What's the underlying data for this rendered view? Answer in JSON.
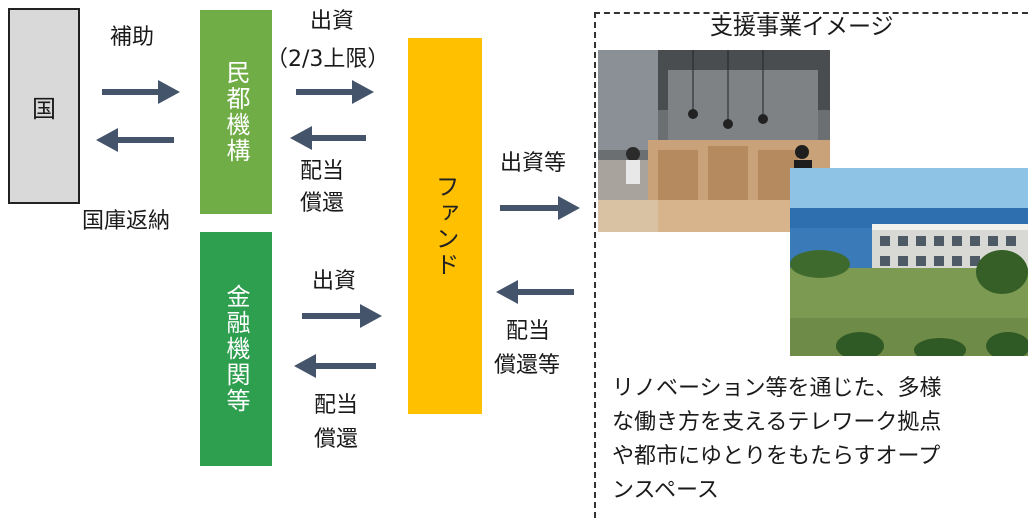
{
  "colors": {
    "kuni_fill": "#d9d9d9",
    "minto_fill": "#70ad47",
    "kinyu_fill": "#2e9e4f",
    "fund_fill": "#ffc000",
    "arrow": "#44546a"
  },
  "nodes": {
    "kuni": "国",
    "minto": "民都機構",
    "kinyu": "金融機関等",
    "fund": "ファンド"
  },
  "labels": {
    "hojo": "補助",
    "kokko_henno": "国庫返納",
    "shusshi_top": "出資",
    "limit": "（2/3上限）",
    "haito_shokan_1a": "配当",
    "haito_shokan_1b": "償還",
    "shusshi_bottom": "出資",
    "haito_shokan_2a": "配当",
    "haito_shokan_2b": "償還",
    "shusshi_to": "出資等",
    "haito_shokan_to_a": "配当",
    "haito_shokan_to_b": "償還等"
  },
  "support_panel": {
    "title": "支援事業イメージ",
    "description": [
      "リノベーション等を通じた、多様",
      "な働き方を支えるテレワーク拠点",
      "や都市にゆとりをもたらすオープ",
      "ンスペース"
    ]
  },
  "icons": {
    "right_arrow": "arrow-right-icon",
    "left_arrow": "arrow-left-icon"
  }
}
